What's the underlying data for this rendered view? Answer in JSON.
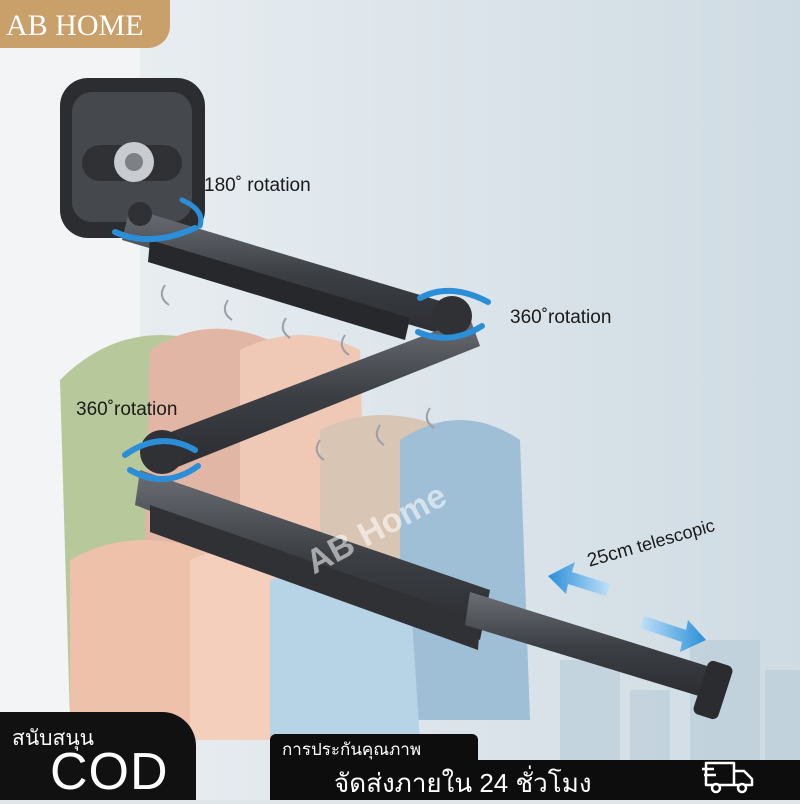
{
  "brand": {
    "name": "AB HOME"
  },
  "labels": {
    "rotation_180": "180˚ rotation",
    "rotation_360_right": "360˚rotation",
    "rotation_360_left": "360˚rotation",
    "telescopic_size": "25cm",
    "telescopic_word": "telescopic"
  },
  "watermark": "AB Home",
  "badges": {
    "support": "สนับสนุน",
    "cod": "COD",
    "quality": "การประกันคุณภาพ",
    "shipping": "จัดส่งภายใน 24 ชั่วโมง"
  },
  "icons": {
    "delivery": "delivery-truck-icon"
  },
  "colors": {
    "brand_bg": "#c9a06a",
    "arrow_blue": "#2a8fd8",
    "rail": "#4a4d52"
  }
}
